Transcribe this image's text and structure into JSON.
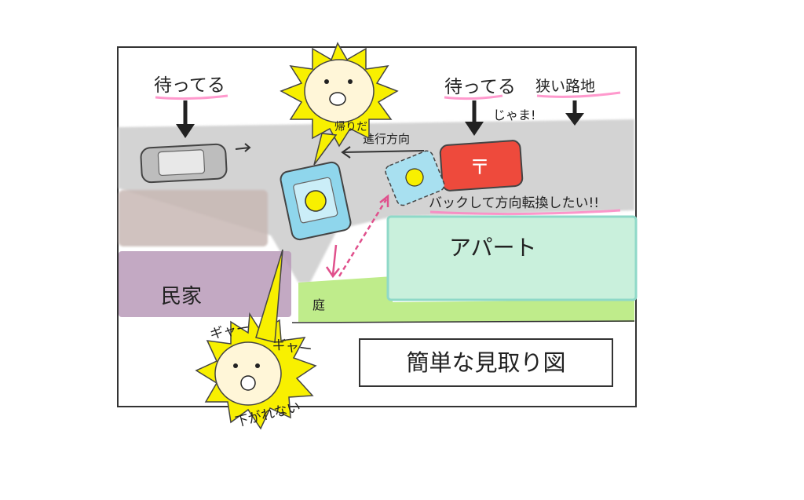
{
  "labels": {
    "waiting_left": "待ってる",
    "waiting_right": "待ってる",
    "narrow_alley": "狭い路地",
    "in_the_way": "じゃま!",
    "going_home": "帰りだ",
    "direction": "進行方向",
    "want_to_back": "バックして方向転換したい!!",
    "apartment": "アパート",
    "private_house": "民家",
    "garden": "庭",
    "scream": "ギャー",
    "scream2": "ギャー",
    "cant_back": "下がれない",
    "title": "簡単な見取り図"
  },
  "colors": {
    "road": "#cfcfcf",
    "apartment": "#c9f0dc",
    "house": "#b99ab8",
    "wall": "#c8b8b4",
    "garden": "#b8ea7e",
    "sun": "#f8f000",
    "red_car": "#ee4a3c",
    "blue_car": "#8fd6ec",
    "highlight": "#ff80c0"
  }
}
